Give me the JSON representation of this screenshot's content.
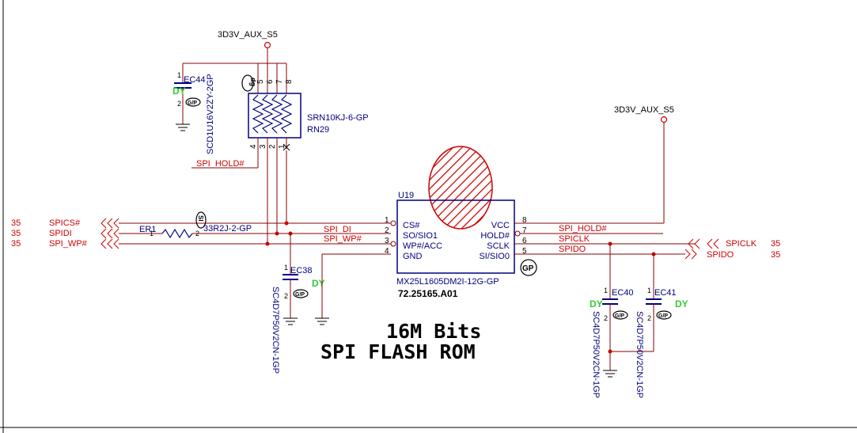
{
  "power": {
    "left": "3D3V_AUX_S5",
    "right": "3D3V_AUX_S5"
  },
  "ic": {
    "ref": "U19",
    "part": "MX25L1605DM2I-12G-GP",
    "pn": "72.25165.A01",
    "left_pins": [
      {
        "num": "1",
        "name": "CS#"
      },
      {
        "num": "2",
        "name": "SO/SIO1"
      },
      {
        "num": "3",
        "name": "WP#/ACC"
      },
      {
        "num": "4",
        "name": "GND"
      }
    ],
    "right_pins": [
      {
        "num": "8",
        "name": "VCC"
      },
      {
        "num": "7",
        "name": "HOLD#"
      },
      {
        "num": "6",
        "name": "SCLK"
      },
      {
        "num": "5",
        "name": "SI/SIO0"
      }
    ],
    "badge": "GP"
  },
  "rn": {
    "part": "SRN10KJ-6-GP",
    "ref": "RN29",
    "pins_top": [
      "5",
      "6",
      "7",
      "8"
    ],
    "pins_bottom": [
      "4",
      "3",
      "2",
      "1"
    ],
    "badge": "dg"
  },
  "er": {
    "ref": "ER1",
    "pin1": "1",
    "pin2": "2",
    "part": "33R2J-2-GP",
    "badge": "SI"
  },
  "caps": {
    "ec44": {
      "ref": "EC44",
      "part": "SCD1U16V2ZY-2GP",
      "dy": "DY",
      "p1": "1",
      "p2": "2"
    },
    "ec38": {
      "ref": "EC38",
      "part": "SC4D7P50V2CN-1GP",
      "dy": "DY",
      "p1": "1",
      "p2": "2"
    },
    "ec40": {
      "ref": "EC40",
      "part": "SC4D7P50V2CN-1GP",
      "dy": "DY",
      "p1": "1",
      "p2": "2"
    },
    "ec41": {
      "ref": "EC41",
      "part": "SC4D7P50V2CN-1GP",
      "dy": "DY",
      "p1": "1",
      "p2": "2"
    },
    "badge": "G/P"
  },
  "nets": {
    "spi_hold": "SPI_HOLD#",
    "spi_di": "SPI_DI",
    "spi_wp": "SPI_WP#",
    "spi_hold_r": "SPI_HOLD#",
    "spiclk": "SPICLK",
    "spido": "SPIDO"
  },
  "ports_left": [
    {
      "page": "35",
      "name": "SPICS#"
    },
    {
      "page": "35",
      "name": "SPIDI"
    },
    {
      "page": "35",
      "name": "SPI_WP#"
    }
  ],
  "ports_right": [
    {
      "page": "35",
      "name": "SPICLK"
    },
    {
      "page": "35",
      "name": "SPIDO"
    }
  ],
  "title": {
    "line1": "16M Bits",
    "line2": "SPI FLASH ROM"
  },
  "colors": {
    "wire": "#8b0000",
    "net": "#cc0000",
    "part": "#00007f",
    "dy": "#33cc33",
    "port": "#cc0000"
  }
}
